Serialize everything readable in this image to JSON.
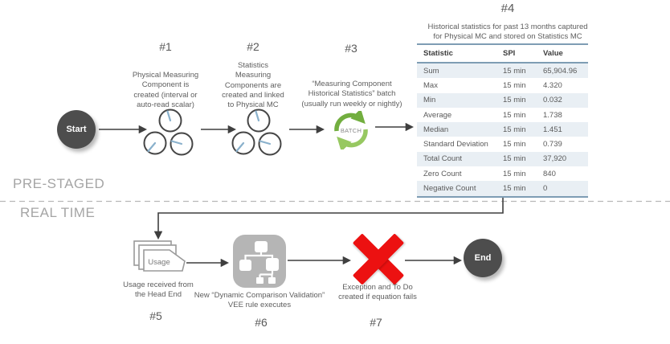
{
  "palette": {
    "node_dark": "#4d4d4d",
    "text_gray": "#5e5e5e",
    "stage_gray": "#a5a5a5",
    "arrow_dark": "#3f3f3f",
    "clock_hand_blue": "#8ab1cc",
    "batch_green_dark": "#72ae3f",
    "batch_green_light": "#97c861",
    "rule_icon_gray": "#b5b5b5",
    "red_x": "#ec1111",
    "table_stripe": "#e9eff4",
    "table_border": "#7e9db4"
  },
  "stages": {
    "pre": "PRE-STAGED",
    "real": "REAL TIME"
  },
  "nodes": {
    "start": "Start",
    "end": "End"
  },
  "batch_label": "BATCH",
  "usage_label": "Usage",
  "steps": {
    "s1": {
      "id": "#1",
      "lines": [
        "Physical Measuring",
        "Component is",
        "created (interval  or",
        "auto-read scalar)"
      ]
    },
    "s2": {
      "id": "#2",
      "lines": [
        "Statistics",
        "Measuring",
        "Components are",
        "created and linked",
        "to Physical MC"
      ]
    },
    "s3": {
      "id": "#3",
      "lines": [
        "“Measuring Component",
        "Historical Statistics” batch",
        "(usually run weekly or nightly)"
      ]
    },
    "s4": {
      "id": "#4",
      "caption_lines": [
        "Historical statistics for past 13 months captured",
        "for Physical MC and stored on Statistics MC"
      ]
    },
    "s5": {
      "id": "#5",
      "lines": [
        "Usage received from",
        "the Head End"
      ]
    },
    "s6": {
      "id": "#6",
      "lines": [
        "New “Dynamic Comparison Validation”",
        "VEE rule executes"
      ]
    },
    "s7": {
      "id": "#7",
      "lines": [
        "Exception and To Do",
        "created if equation fails"
      ]
    }
  },
  "table": {
    "columns": [
      "Statistic",
      "SPI",
      "Value"
    ],
    "rows": [
      [
        "Sum",
        "15 min",
        "65,904.96"
      ],
      [
        "Max",
        "15 min",
        "4.320"
      ],
      [
        "Min",
        "15 min",
        "0.032"
      ],
      [
        "Average",
        "15 min",
        "1.738"
      ],
      [
        "Median",
        "15 min",
        "1.451"
      ],
      [
        "Standard Deviation",
        "15 min",
        "0.739"
      ],
      [
        "Total Count",
        "15 min",
        "37,920"
      ],
      [
        "Zero Count",
        "15 min",
        "840"
      ],
      [
        "Negative Count",
        "15 min",
        "0"
      ]
    ]
  }
}
